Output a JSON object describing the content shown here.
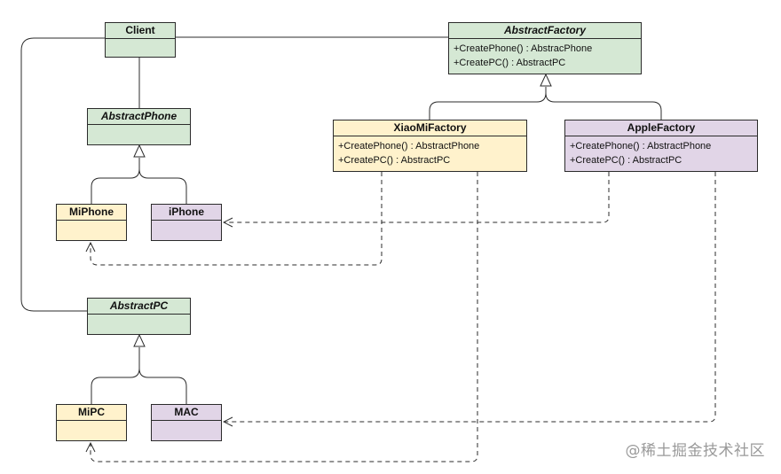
{
  "colors": {
    "interface_fill": "#d5e8d4",
    "xiaomi_fill": "#fff2cc",
    "apple_fill": "#e1d5e7",
    "line": "#2b2b2b"
  },
  "classes": {
    "client": {
      "name": "Client"
    },
    "abstract_factory": {
      "name": "AbstractFactory",
      "ops": [
        "+CreatePhone() : AbstracPhone",
        "+CreatePC() : AbstractPC"
      ]
    },
    "xiaomi_factory": {
      "name": "XiaoMiFactory",
      "ops": [
        "+CreatePhone() : AbstractPhone",
        "+CreatePC() : AbstractPC"
      ]
    },
    "apple_factory": {
      "name": "AppleFactory",
      "ops": [
        "+CreatePhone() : AbstractPhone",
        "+CreatePC() : AbstractPC"
      ]
    },
    "abstract_phone": {
      "name": "AbstractPhone"
    },
    "mi_phone": {
      "name": "MiPhone"
    },
    "iphone": {
      "name": "iPhone"
    },
    "abstract_pc": {
      "name": "AbstractPC"
    },
    "mi_pc": {
      "name": "MiPC"
    },
    "mac": {
      "name": "MAC"
    }
  },
  "watermark": "@稀土掘金技术社区"
}
